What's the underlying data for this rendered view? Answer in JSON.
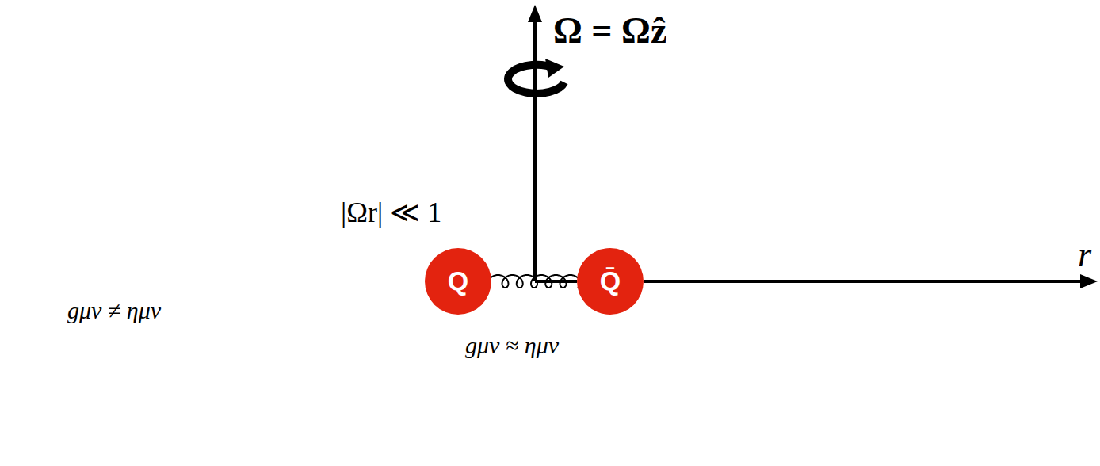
{
  "diagram": {
    "nodes": [
      {
        "text": [
          "gμν ≠ ημν"
        ]
      },
      {
        "text": [
          "|Ωr| ≪ 1",
          "gμν ≈ ημν"
        ],
        "in": 0
      },
      {
        "text": [
          "Q"
        ],
        "in": 1
      },
      {
        "text": [
          "Q̄"
        ],
        "in": 1
      }
    ],
    "edges": [
      {
        "from": 2,
        "to": 3,
        "arrow": "none"
      }
    ],
    "labels": [
      "Ω = Ωẑ",
      "r"
    ]
  }
}
